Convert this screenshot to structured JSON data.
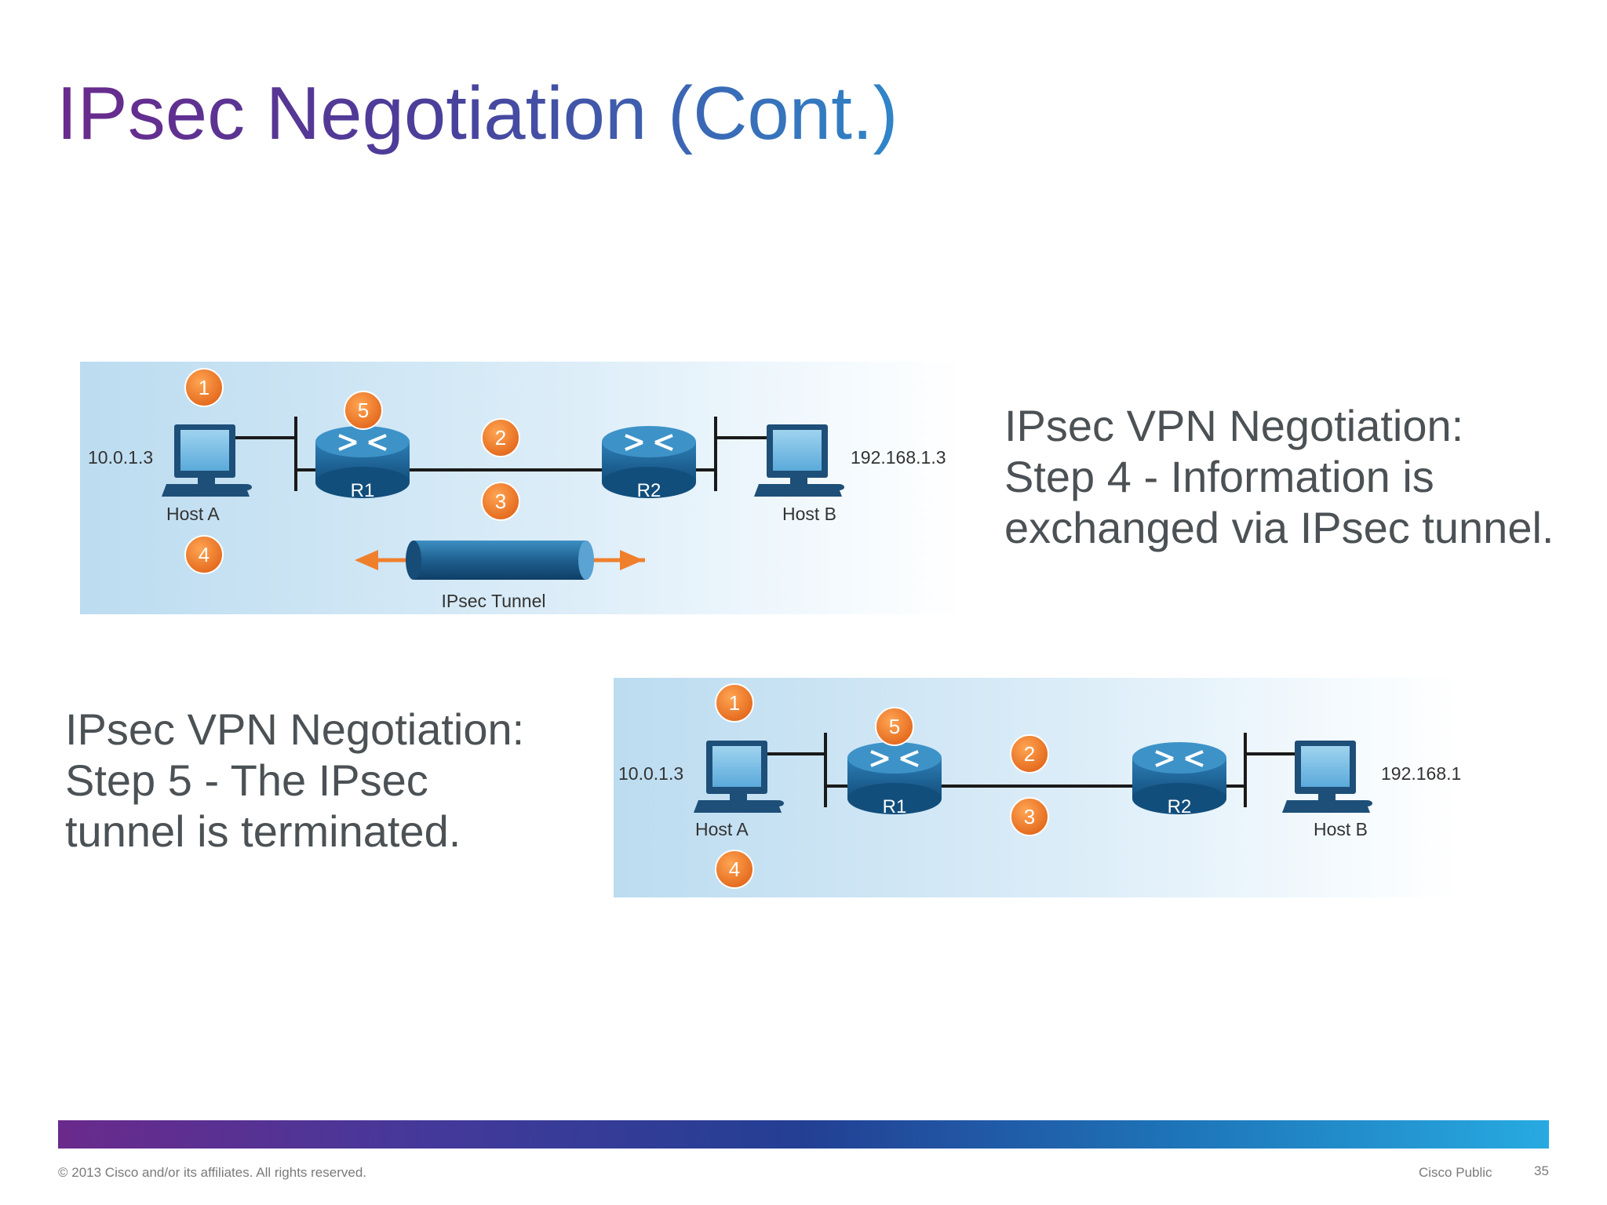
{
  "slide": {
    "title": "IPsec Negotiation (Cont.)"
  },
  "descriptions": [
    {
      "lines": [
        "IPsec VPN Negotiation:",
        "Step 4 - Information is",
        "exchanged via IPsec tunnel."
      ]
    },
    {
      "lines": [
        "IPsec VPN Negotiation:",
        "Step 5 - The IPsec",
        "tunnel is terminated."
      ]
    }
  ],
  "diagram": {
    "host_a_ip": "10.0.1.3",
    "host_a_label": "Host A",
    "host_b_ip": "192.168.1.3",
    "host_b_label": "Host B",
    "router_1_label": "R1",
    "router_2_label": "R2",
    "tunnel_label": "IPsec Tunnel",
    "steps": [
      "1",
      "2",
      "3",
      "4",
      "5"
    ]
  },
  "footer": {
    "copyright": "© 2013 Cisco and/or its affiliates. All rights reserved.",
    "classification": "Cisco Public",
    "page_number": "35"
  }
}
